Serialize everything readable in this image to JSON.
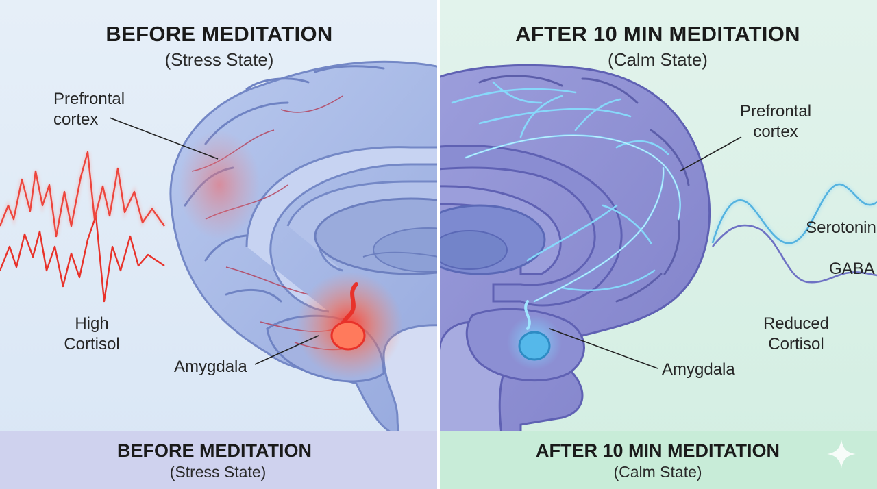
{
  "left": {
    "title": "BEFORE MEDITATION",
    "subtitle": "(Stress State)",
    "labels": {
      "prefrontal_line1": "Prefrontal",
      "prefrontal_line2": "cortex",
      "cortisol_line1": "High",
      "cortisol_line2": "Cortisol",
      "amygdala": "Amygdala"
    },
    "footer_title": "BEFORE MEDITATION",
    "footer_subtitle": "(Stress State)"
  },
  "right": {
    "title": "AFTER 10 MIN MEDITATION",
    "subtitle": "(Calm State)",
    "labels": {
      "prefrontal_line1": "Prefrontal",
      "prefrontal_line2": "cortex",
      "serotonin": "Serotonin",
      "gaba": "GABA",
      "cortisol_line1": "Reduced",
      "cortisol_line2": "Cortisol",
      "amygdala": "Amygdala"
    },
    "footer_title": "AFTER 10 MIN MEDITATION",
    "footer_subtitle": "(Calm State)"
  },
  "colors": {
    "stress_red": "#e8322a",
    "calm_blue": "#4ab6ea",
    "left_bg": "#dde9f6",
    "right_bg": "#d8f0e6",
    "left_footer": "#cdd0ec",
    "right_footer": "#c9ecd9"
  },
  "icons": [
    "sparkle-icon"
  ]
}
